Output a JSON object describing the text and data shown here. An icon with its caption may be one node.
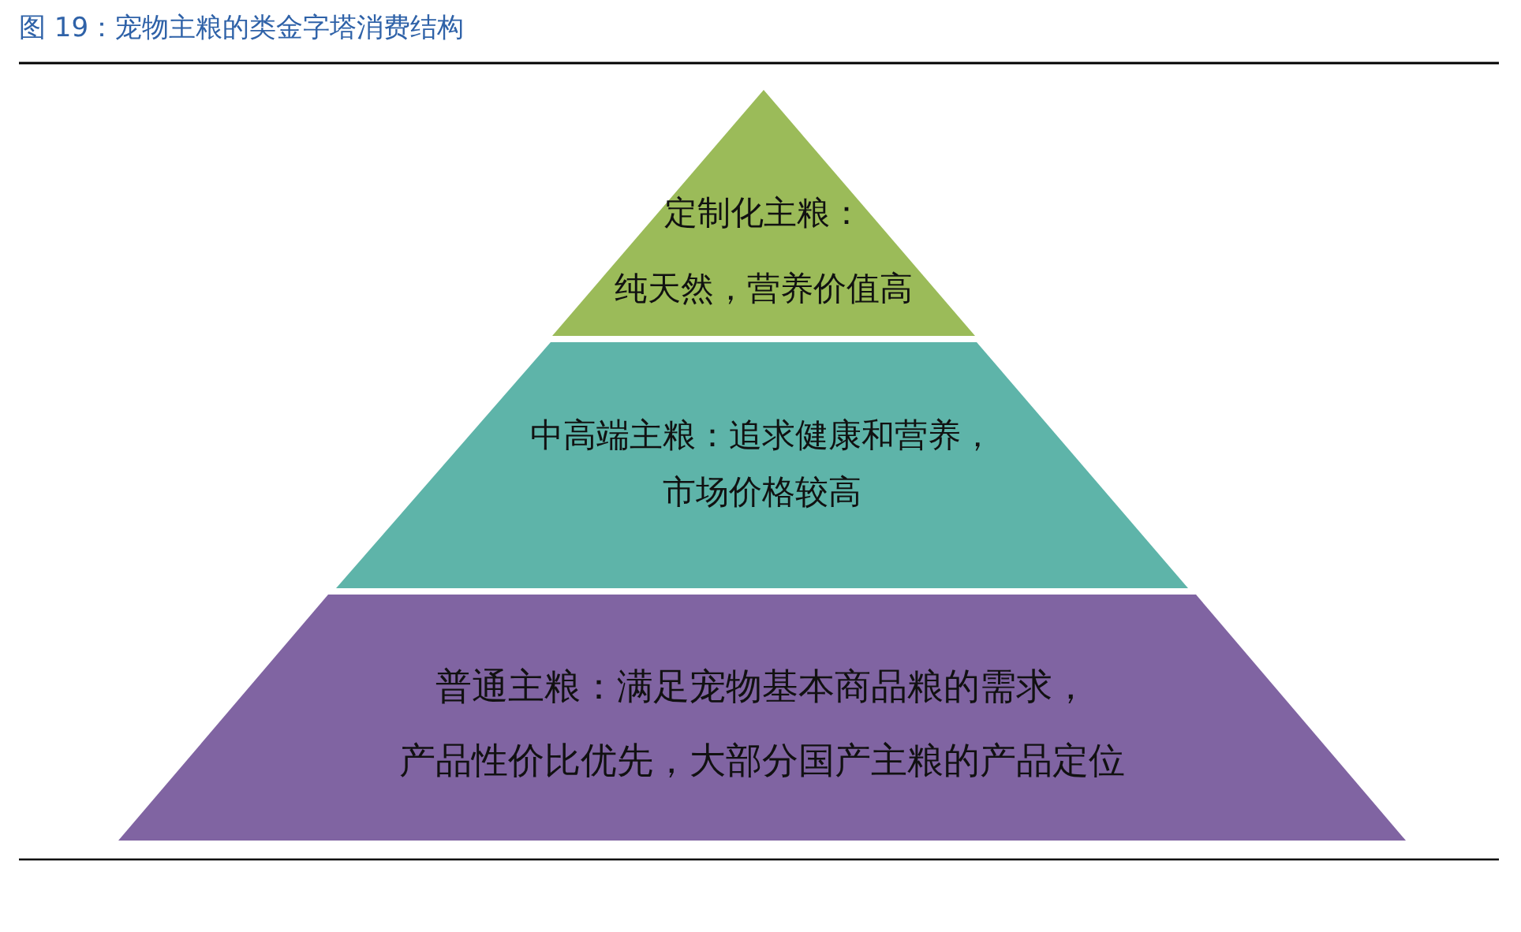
{
  "diagram": {
    "title": "图 19：宠物主粮的类金字塔消费结构",
    "nodes": [
      {
        "text": [
          "定制化主粮：",
          "纯天然，营养价值高"
        ]
      },
      {
        "text": [
          "中高端主粮：追求健康和营养，",
          "市场价格较高"
        ]
      },
      {
        "text": [
          "普通主粮：满足宠物基本商品粮的需求，",
          "产品性价比优先，大部分国产主粮的产品定位"
        ]
      }
    ]
  }
}
